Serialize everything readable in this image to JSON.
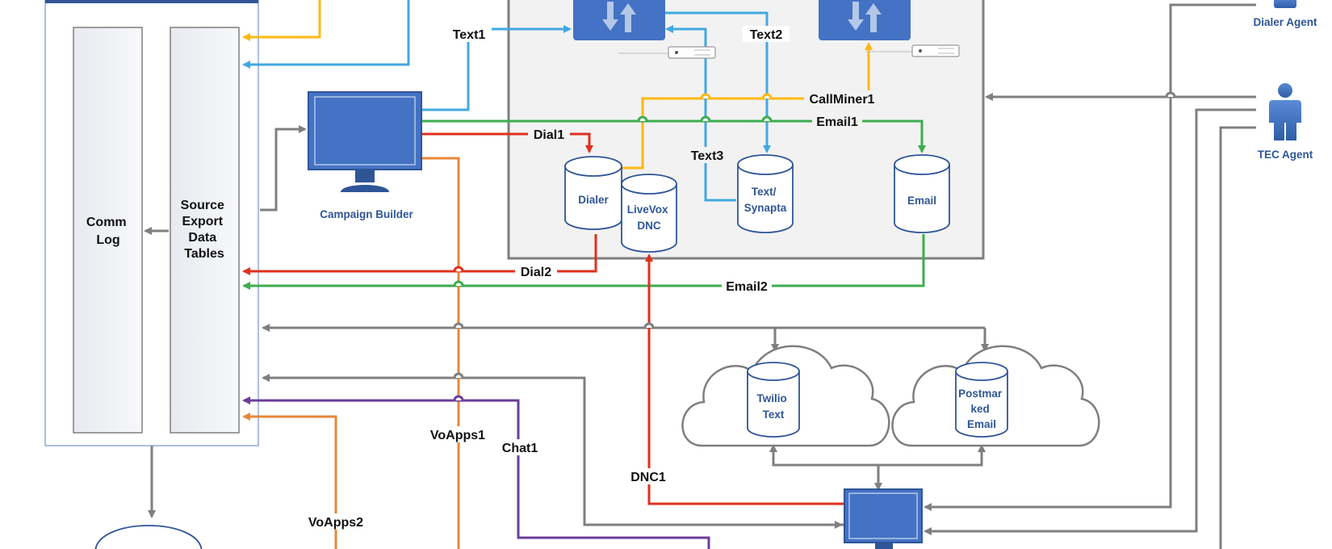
{
  "boxes": {
    "comm_log": [
      "Comm",
      "Log"
    ],
    "source_export": [
      "Source",
      "Export",
      "Data",
      "Tables"
    ]
  },
  "components": {
    "campaign_builder": "Campaign Builder",
    "dialer_agent": "Dialer Agent",
    "tec_agent": "TEC Agent"
  },
  "databases": {
    "dialer": [
      "Dialer"
    ],
    "livevox_dnc": [
      "LiveVox",
      "DNC"
    ],
    "text_synapta": [
      "Text/",
      "Synapta"
    ],
    "email": [
      "Email"
    ],
    "twilio_text": [
      "Twilio",
      "Text"
    ],
    "postmarked_email": [
      "Postmar",
      "ked",
      "Email"
    ]
  },
  "flows": {
    "text1": "Text1",
    "text2": "Text2",
    "text3": "Text3",
    "dial1": "Dial1",
    "dial2": "Dial2",
    "email1": "Email1",
    "email2": "Email2",
    "callminer1": "CallMiner1",
    "voapps1": "VoApps1",
    "voapps2": "VoApps2",
    "chat1": "Chat1",
    "dnc1": "DNC1"
  },
  "colors": {
    "yellow": "#fdb813",
    "blue": "#41a9e1",
    "red": "#e0301e",
    "green": "#3cad4f",
    "orange": "#e8873a",
    "purple": "#6a3d9a",
    "gray": "#7f7f7f",
    "shape_fill": "#4472c4",
    "shape_text": "#2f5597"
  }
}
